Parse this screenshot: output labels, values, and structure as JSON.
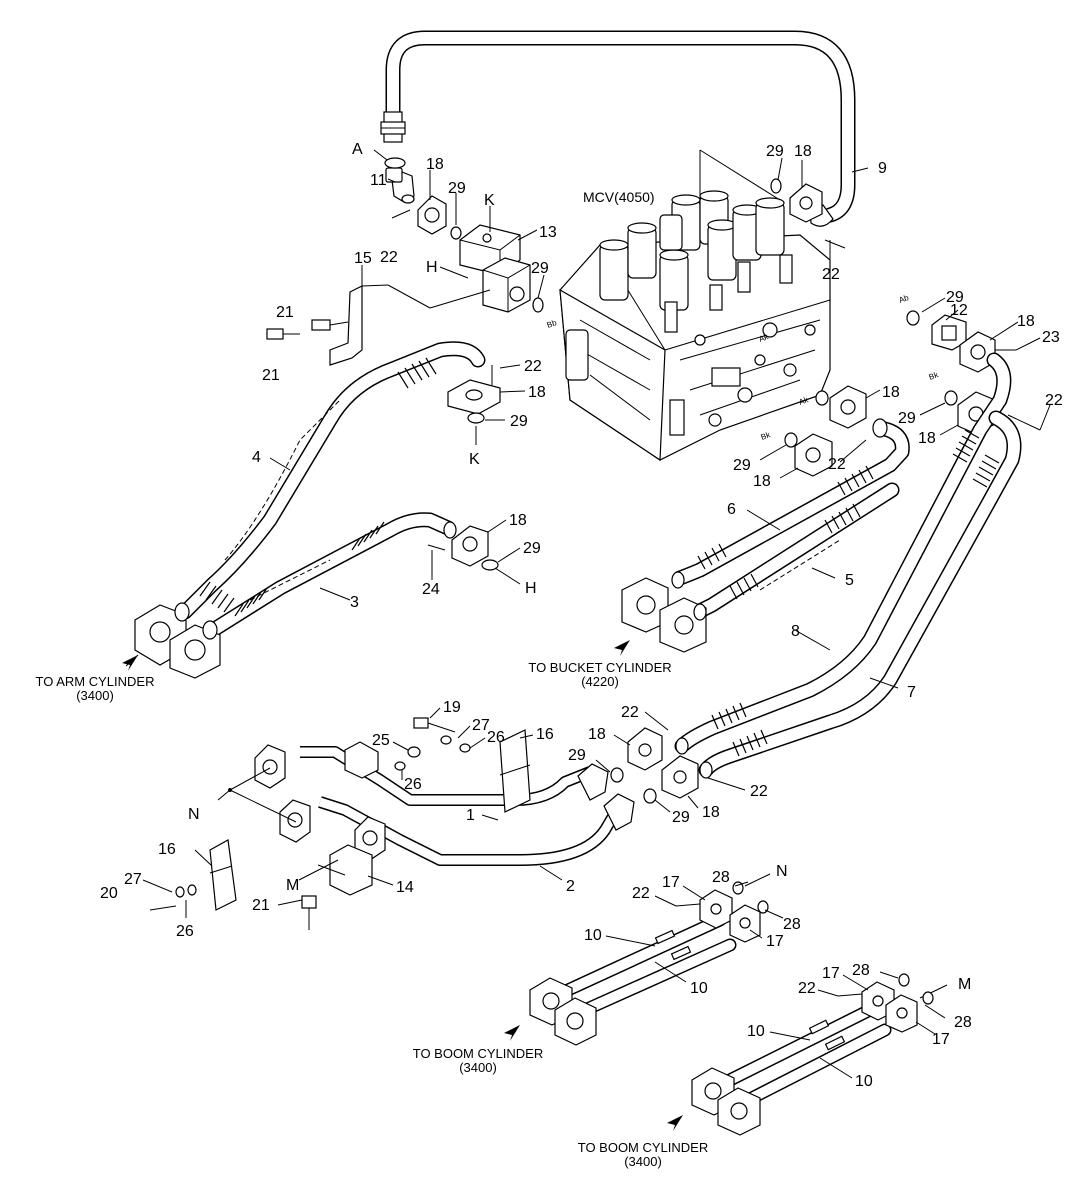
{
  "diagram": {
    "main_valve_label": "MCV(4050)",
    "destinations": {
      "arm_cylinder": [
        "TO ARM CYLINDER",
        "(3400)"
      ],
      "bucket_cylinder": [
        "TO BUCKET CYLINDER",
        "(4220)"
      ],
      "boom_cylinder_1": [
        "TO BOOM CYLINDER",
        "(3400)"
      ],
      "boom_cylinder_2": [
        "TO BOOM CYLINDER",
        "(3400)"
      ]
    },
    "port_marks": [
      "Bb",
      "Ab",
      "Bk",
      "Ak",
      "Bk",
      "Ak"
    ],
    "callouts": [
      {
        "id": "A"
      },
      {
        "id": "11"
      },
      {
        "id": "22"
      },
      {
        "id": "18"
      },
      {
        "id": "29"
      },
      {
        "id": "K"
      },
      {
        "id": "13"
      },
      {
        "id": "H"
      },
      {
        "id": "15"
      },
      {
        "id": "21"
      },
      {
        "id": "21"
      },
      {
        "id": "29"
      },
      {
        "id": "22"
      },
      {
        "id": "18"
      },
      {
        "id": "29"
      },
      {
        "id": "K"
      },
      {
        "id": "4"
      },
      {
        "id": "3"
      },
      {
        "id": "18"
      },
      {
        "id": "29"
      },
      {
        "id": "24"
      },
      {
        "id": "H"
      },
      {
        "id": "29"
      },
      {
        "id": "18"
      },
      {
        "id": "9"
      },
      {
        "id": "22"
      },
      {
        "id": "29"
      },
      {
        "id": "12"
      },
      {
        "id": "18"
      },
      {
        "id": "23"
      },
      {
        "id": "22"
      },
      {
        "id": "29"
      },
      {
        "id": "18"
      },
      {
        "id": "18"
      },
      {
        "id": "29"
      },
      {
        "id": "22"
      },
      {
        "id": "18"
      },
      {
        "id": "6"
      },
      {
        "id": "5"
      },
      {
        "id": "8"
      },
      {
        "id": "7"
      },
      {
        "id": "19"
      },
      {
        "id": "27"
      },
      {
        "id": "26"
      },
      {
        "id": "16"
      },
      {
        "id": "25"
      },
      {
        "id": "26"
      },
      {
        "id": "22"
      },
      {
        "id": "18"
      },
      {
        "id": "29"
      },
      {
        "id": "22"
      },
      {
        "id": "18"
      },
      {
        "id": "29"
      },
      {
        "id": "1"
      },
      {
        "id": "N"
      },
      {
        "id": "16"
      },
      {
        "id": "2"
      },
      {
        "id": "14"
      },
      {
        "id": "27"
      },
      {
        "id": "20"
      },
      {
        "id": "26"
      },
      {
        "id": "M"
      },
      {
        "id": "21"
      },
      {
        "id": "17"
      },
      {
        "id": "28"
      },
      {
        "id": "N"
      },
      {
        "id": "22"
      },
      {
        "id": "17"
      },
      {
        "id": "28"
      },
      {
        "id": "10"
      },
      {
        "id": "10"
      },
      {
        "id": "17"
      },
      {
        "id": "28"
      },
      {
        "id": "M"
      },
      {
        "id": "22"
      },
      {
        "id": "28"
      },
      {
        "id": "10"
      },
      {
        "id": "17"
      },
      {
        "id": "10"
      }
    ]
  }
}
